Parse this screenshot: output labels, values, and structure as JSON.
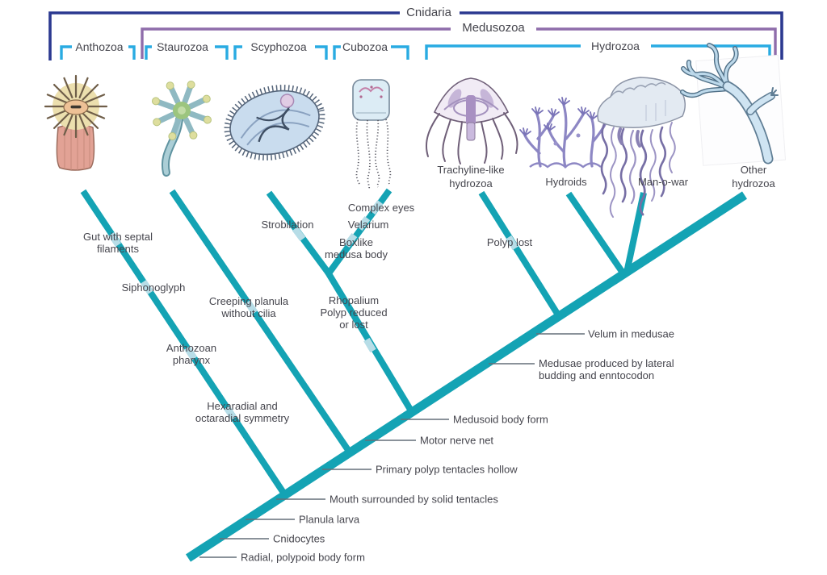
{
  "brackets": {
    "cnidaria": "Cnidaria",
    "medusozoa": "Medusozoa",
    "anthozoa": "Anthozoa",
    "staurozoa": "Staurozoa",
    "scyphozoa": "Scyphozoa",
    "cubozoa": "Cubozoa",
    "hydrozoa": "Hydrozoa"
  },
  "taxa_labels": {
    "trachyline": "Trachyline-like\nhydrozoa",
    "hydroids": "Hydroids",
    "man_o_war": "Man-o-war",
    "other_hydrozoa": "Other\nhydrozoa"
  },
  "branch_traits": {
    "gut": "Gut with septal\nfilaments",
    "siphonoglyph": "Siphonoglyph",
    "anthozoan_pharynx": "Anthozoan\npharynx",
    "hexaradial": "Hexaradial and\noctaradial symmetry",
    "creeping_planula": "Creeping planula\nwithout cilia",
    "strobilation": "Strobilation",
    "complex_eyes": "Complex eyes",
    "velarium": "Velarium",
    "boxlike": "Boxlike\nmedusa body",
    "rhopalium": "Rhopalium\nPolyp reduced\nor lost",
    "polyp_lost": "Polyp lost"
  },
  "trunk_traits": {
    "velum": "Velum in medusae",
    "medusae_budding": "Medusae produced by lateral\nbudding and enntocodon",
    "medusoid": "Medusoid body form",
    "motor_nerve": "Motor nerve net",
    "primary_polyp": "Primary polyp tentacles hollow",
    "mouth": "Mouth surrounded by solid tentacles",
    "planula": "Planula larva",
    "cnidocytes": "Cnidocytes",
    "radial": "Radial, polypoid body form"
  },
  "colors": {
    "tree": "#14a3b4",
    "tick": "#b7dde7",
    "navy": "#2b3990",
    "purple": "#8f6dab",
    "cyan": "#29abe2",
    "text": "#45454d"
  }
}
